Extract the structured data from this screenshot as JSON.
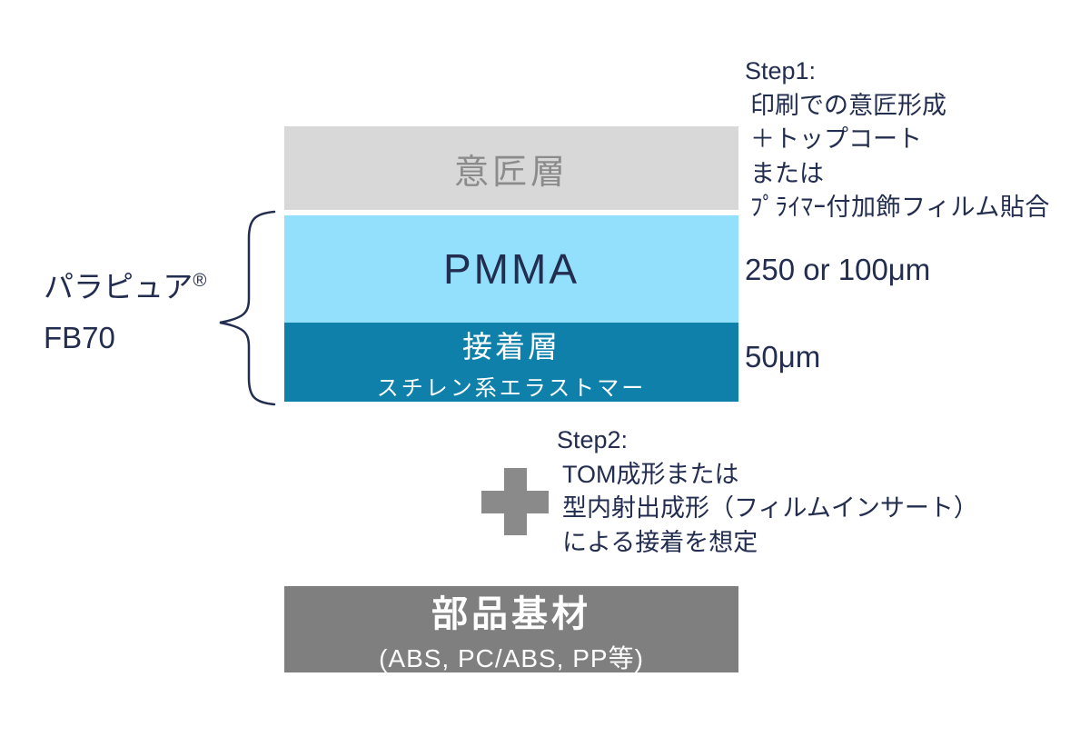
{
  "colors": {
    "navy": "#222d4f",
    "design_gray": "#d8d8d8",
    "design_text": "#8b8b8b",
    "pmma_blue": "#92e0fb",
    "adhesive_teal": "#0e80aa",
    "substrate_gray": "#7f7f7f",
    "plus_gray": "#8a8a8a",
    "white": "#ffffff"
  },
  "brand": {
    "name": "パラピュア",
    "reg_mark": "®",
    "model": "FB70"
  },
  "layers": {
    "design": {
      "label": "意匠層"
    },
    "pmma": {
      "label": "PMMA",
      "thickness": "250 or 100μm"
    },
    "adhesive": {
      "label": "接着層",
      "sublabel": "スチレン系エラストマー",
      "thickness": "50μm"
    },
    "substrate": {
      "label": "部品基材",
      "sublabel": "(ABS, PC/ABS, PP等)"
    }
  },
  "step1": {
    "title": "Step1:",
    "lines": [
      "印刷での意匠形成",
      "＋トップコート",
      "または",
      "ﾌﾟﾗｲﾏｰ付加飾フィルム貼合"
    ]
  },
  "step2": {
    "title": "Step2:",
    "lines": [
      "TOM成形または",
      "型内射出成形（フィルムインサート）",
      "による接着を想定"
    ]
  },
  "icons": {
    "plus_icon": "plus-cross",
    "brace_icon": "curly-brace"
  }
}
